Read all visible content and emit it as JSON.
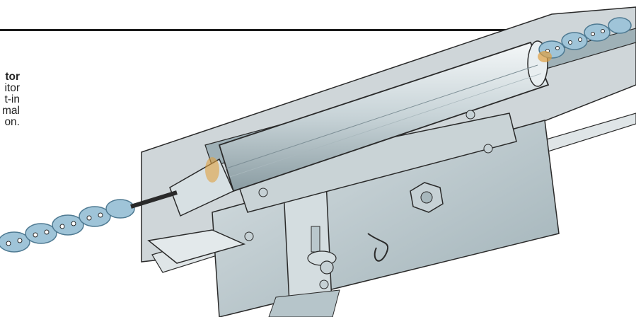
{
  "caption": {
    "lines": [
      {
        "text": "tor",
        "bold": true
      },
      {
        "text": "itor",
        "bold": false
      },
      {
        "text": "t-in",
        "bold": false
      },
      {
        "text": "mal",
        "bold": false
      },
      {
        "text": "on.",
        "bold": false
      }
    ]
  },
  "illustration": {
    "subject": "chain-tensioner-mechanism",
    "colors": {
      "metal_light": "#e6ecef",
      "metal_mid": "#b9c7cc",
      "metal_dark": "#7d8f96",
      "chain_blue": "#9fc4d8",
      "chain_dark": "#4f7a92",
      "rust_accent": "#e0a040",
      "outline": "#2a2a2a"
    }
  }
}
